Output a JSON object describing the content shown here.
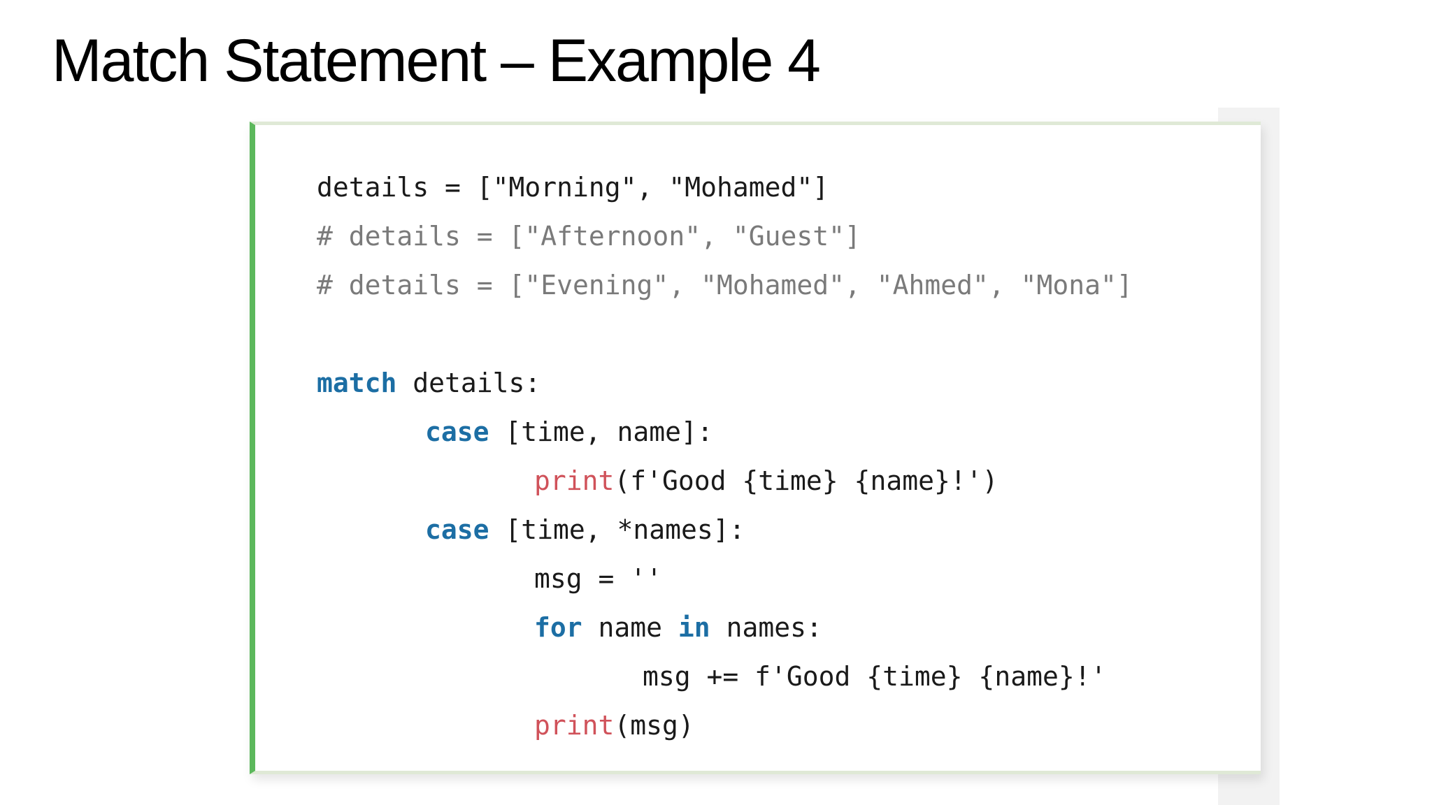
{
  "slide": {
    "title": "Match Statement – Example 4"
  },
  "code": {
    "line1": "details = [\"Morning\", \"Mohamed\"]",
    "line2": "# details = [\"Afternoon\", \"Guest\"]",
    "line3": "# details = [\"Evening\", \"Mohamed\", \"Ahmed\", \"Mona\"]",
    "line5_kw": "match",
    "line5_rest": " details:",
    "line6_kw": "case",
    "line6_rest": " [time, name]:",
    "line7_fn": "print",
    "line7_rest": "(f'Good {time} {name}!')",
    "line8_kw": "case",
    "line8_rest": " [time, *names]:",
    "line9": "msg = ''",
    "line10_kw1": "for",
    "line10_mid": " name ",
    "line10_kw2": "in",
    "line10_rest": " names:",
    "line11": "msg += f'Good {time} {name}!'",
    "line12_fn": "print",
    "line12_rest": "(msg)"
  },
  "colors": {
    "accent_bar": "#5cb85c",
    "keyword": "#1c6ea4",
    "builtin": "#d0525a",
    "comment": "#7a7a7a"
  }
}
